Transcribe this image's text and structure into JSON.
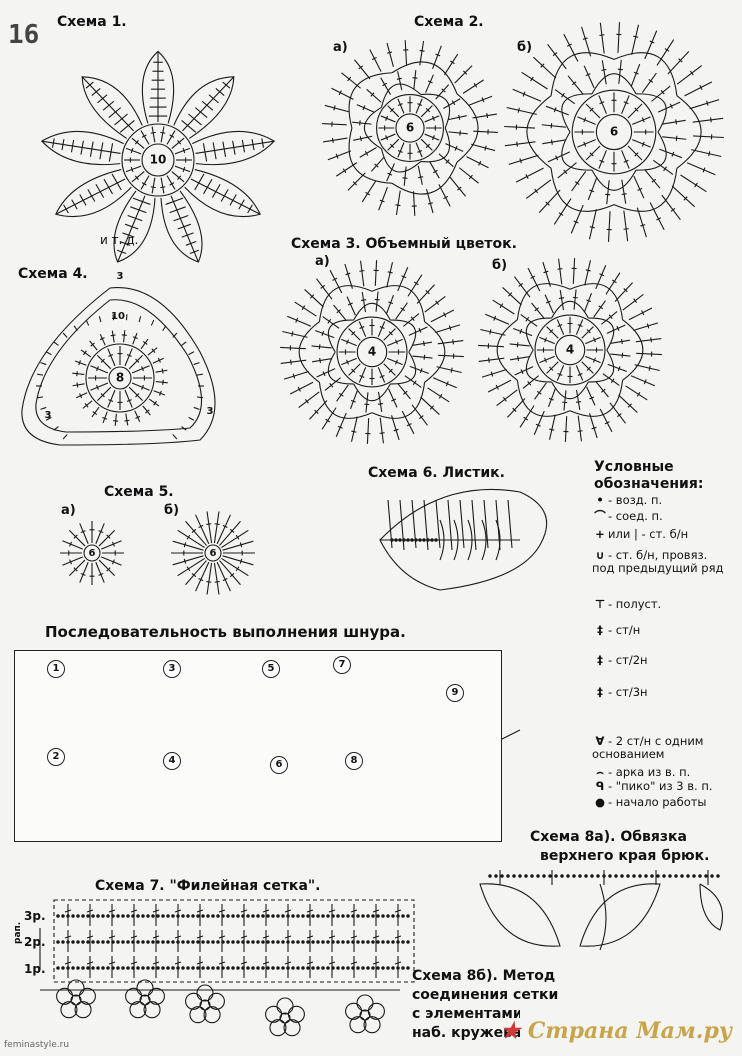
{
  "page_number": "16",
  "scheme1": {
    "title": "Схема 1.",
    "etc": "и т. д.",
    "center_label": "10"
  },
  "scheme2": {
    "title": "Схема 2.",
    "a": "а)",
    "b": "б)",
    "center_label": "6"
  },
  "scheme3": {
    "title": "Схема 3. Объемный цветок.",
    "a": "а)",
    "b": "б)",
    "center_label": "4"
  },
  "scheme4": {
    "title": "Схема 4.",
    "center_label": "8",
    "num_3": "3",
    "num_10": "10"
  },
  "scheme5": {
    "title": "Схема 5.",
    "a": "а)",
    "b": "б)",
    "center_label": "6"
  },
  "scheme6": {
    "title": "Схема 6. Листик."
  },
  "legend": {
    "title": "Условные обозначения:",
    "items": [
      {
        "symbol": "•",
        "text": "- возд. п."
      },
      {
        "symbol": "⌒",
        "text": "- соед. п."
      },
      {
        "symbol": "+",
        "text": "или | - ст. б/н"
      },
      {
        "symbol": "∪",
        "text": "- ст. б/н, провяз. под предыдущий ряд"
      },
      {
        "symbol": "⊤",
        "text": "- полуст."
      },
      {
        "symbol": "‡",
        "text": "- ст/н"
      },
      {
        "symbol": "‡",
        "text": "- ст/2н"
      },
      {
        "symbol": "‡",
        "text": "- ст/3н"
      },
      {
        "symbol": "∀",
        "text": "- 2 ст/н с одним основанием"
      },
      {
        "symbol": "⌢",
        "text": "- арка из в. п."
      },
      {
        "symbol": "ᑫ",
        "text": "- \"пико\" из 3 в. п."
      },
      {
        "symbol": "●",
        "text": "- начало работы"
      }
    ]
  },
  "cord": {
    "title": "Последовательность выполнения шнура.",
    "steps": [
      "1",
      "2",
      "3",
      "4",
      "5",
      "6",
      "7",
      "8",
      "9"
    ]
  },
  "scheme7": {
    "title": "Схема 7. \"Филейная сетка\".",
    "rows": [
      "3р.",
      "2р.",
      "1р."
    ],
    "rapport": "рап."
  },
  "scheme8a": {
    "title_line1": "Схема 8а). Обвязка",
    "title_line2": "верхнего края брюк."
  },
  "scheme8b": {
    "title_line1": "Схема 8б). Метод",
    "title_line2": "соединения сетки",
    "title_line3": "с элементами",
    "title_line4": "наб. кружева."
  },
  "footer": {
    "site": "feminastyle.ru",
    "brand": "Страна Мам",
    "brand_suffix": "ру"
  }
}
